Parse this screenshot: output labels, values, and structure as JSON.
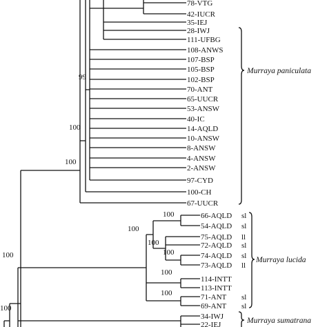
{
  "taxa": [
    {
      "label": "78-VTG",
      "suffix": ""
    },
    {
      "label": "42-IUCR",
      "suffix": ""
    },
    {
      "label": "35-IEJ",
      "suffix": ""
    },
    {
      "label": "28-IWJ",
      "suffix": ""
    },
    {
      "label": "111-UFBG",
      "suffix": ""
    },
    {
      "label": "108-ANWS",
      "suffix": ""
    },
    {
      "label": "107-BSP",
      "suffix": ""
    },
    {
      "label": "105-BSP",
      "suffix": ""
    },
    {
      "label": "102-BSP",
      "suffix": ""
    },
    {
      "label": "70-ANT",
      "suffix": ""
    },
    {
      "label": "65-UUCR",
      "suffix": ""
    },
    {
      "label": "53-ANSW",
      "suffix": ""
    },
    {
      "label": "40-IC",
      "suffix": ""
    },
    {
      "label": "14-AQLD",
      "suffix": ""
    },
    {
      "label": "10-ANSW",
      "suffix": ""
    },
    {
      "label": "8-ANSW",
      "suffix": ""
    },
    {
      "label": "4-ANSW",
      "suffix": ""
    },
    {
      "label": "2-ANSW",
      "suffix": ""
    },
    {
      "label": "97-CYD",
      "suffix": ""
    },
    {
      "label": "100-CH",
      "suffix": ""
    },
    {
      "label": "67-UUCR",
      "suffix": ""
    },
    {
      "label": "66-AQLD",
      "suffix": "sl"
    },
    {
      "label": "54-AQLD",
      "suffix": "sl"
    },
    {
      "label": "75-AQLD",
      "suffix": "ll"
    },
    {
      "label": "72-AQLD",
      "suffix": "sl"
    },
    {
      "label": "74-AQLD",
      "suffix": "sl"
    },
    {
      "label": "73-AQLD",
      "suffix": "ll"
    },
    {
      "label": "114-INTT",
      "suffix": ""
    },
    {
      "label": "113-INTT",
      "suffix": ""
    },
    {
      "label": "71-ANT",
      "suffix": "sl"
    },
    {
      "label": "69-ANT",
      "suffix": "sl"
    },
    {
      "label": "34-IWJ",
      "suffix": ""
    },
    {
      "label": "22-IEJ",
      "suffix": ""
    }
  ],
  "support_values": {
    "paniculata_core": "99",
    "paniculata_clade": "100",
    "paniculata_outer": "100",
    "lucida_top": "100",
    "lucida_sub": "100",
    "lucida_pair": "100",
    "lucida_group": "100",
    "intt_pair": "100",
    "ant_pair": "100",
    "lucida_sumatrana": "100",
    "root": "100"
  },
  "clade_labels": {
    "paniculata": "Murraya paniculata",
    "lucida": "Murraya lucida",
    "sumatrana": "Murraya sumatrana"
  }
}
